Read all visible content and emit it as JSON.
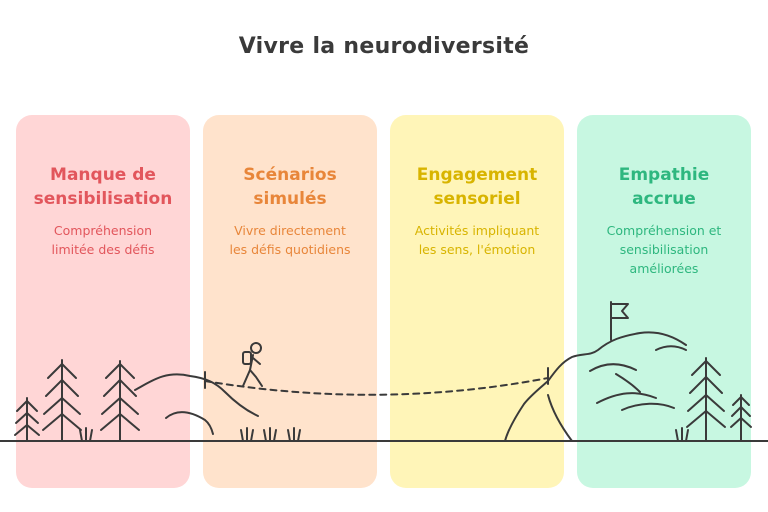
{
  "title": "Vivre la neurodiversité",
  "colors": {
    "red": "#e2565c",
    "orange": "#e8863a",
    "yellow": "#d8b400",
    "green": "#2eb77f",
    "line": "#3a3a3a"
  },
  "stages": [
    {
      "title": "Manque de\nsensibilisation",
      "description": "Compréhension\nlimitée des défis"
    },
    {
      "title": "Scénarios\nsimulés",
      "description": "Vivre directement\nles défis quotidiens"
    },
    {
      "title": "Engagement\nsensoriel",
      "description": "Activités impliquant\nles sens, l'émotion"
    },
    {
      "title": "Empathie\naccrue",
      "description": "Compréhension et\nsensibilisation\naméliorées"
    }
  ],
  "icons": [
    "pine-tree-icon",
    "hiker-icon",
    "mountain-icon",
    "flag-icon"
  ]
}
